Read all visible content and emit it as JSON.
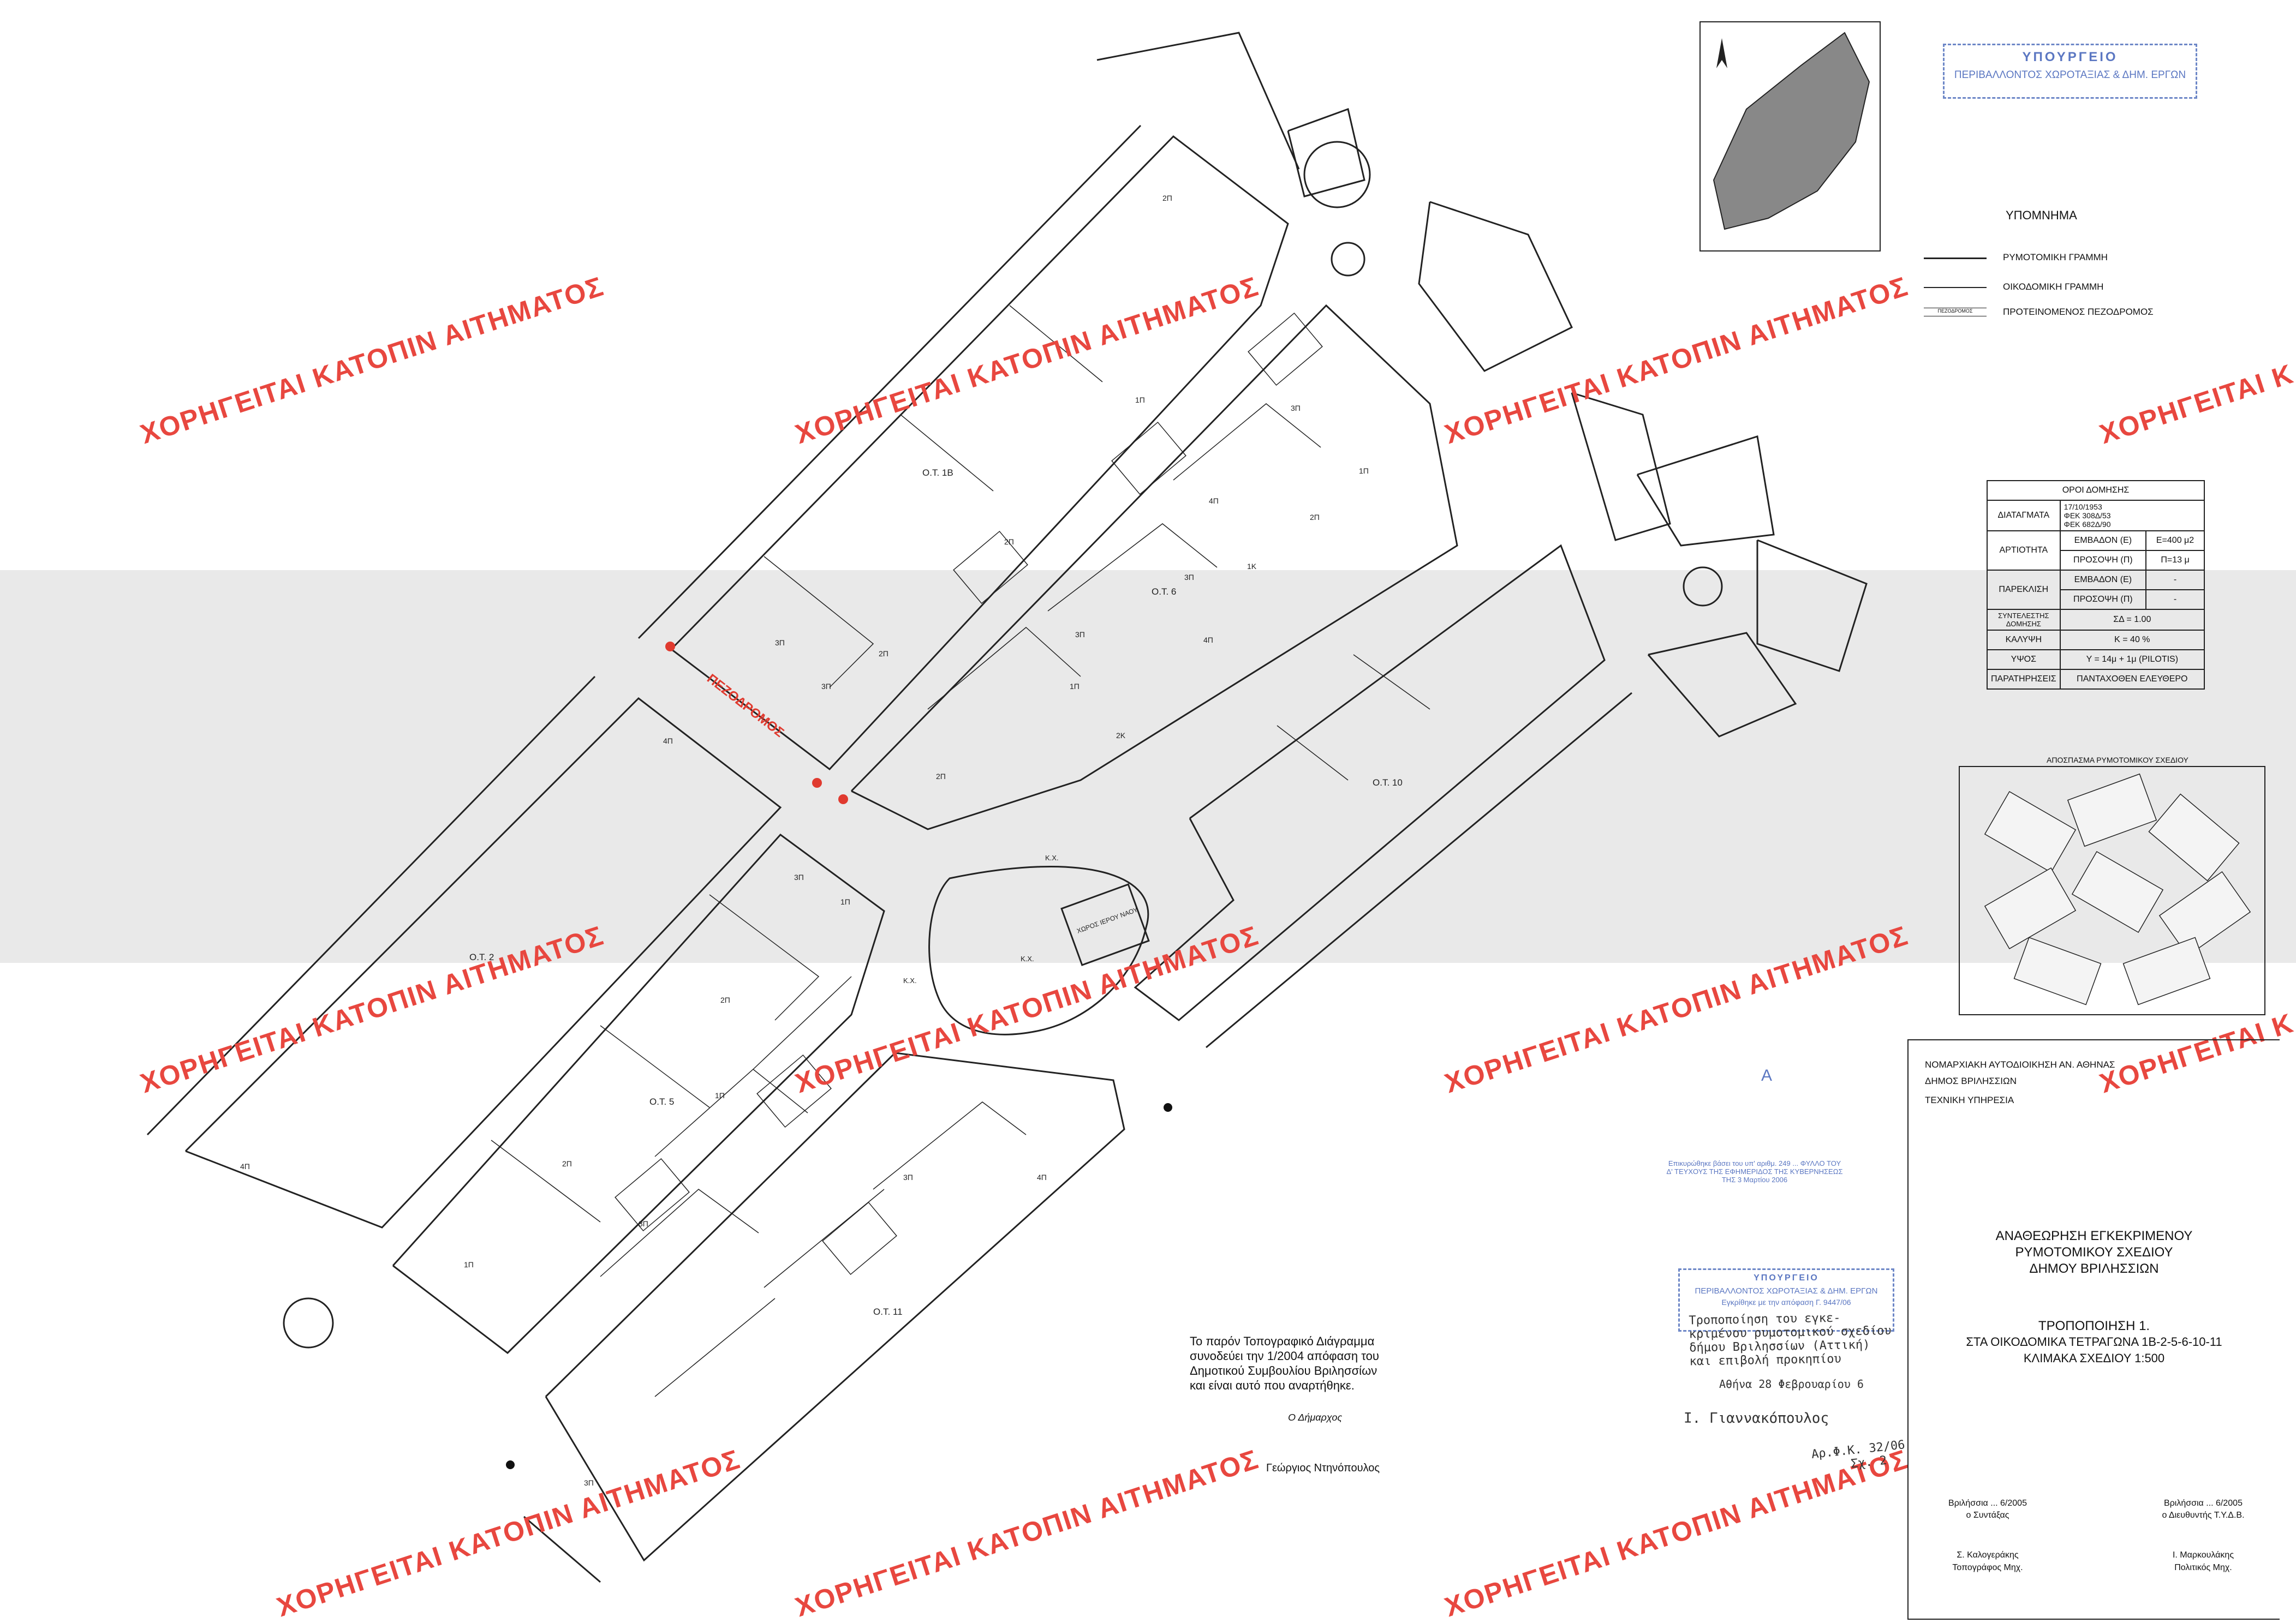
{
  "watermark": {
    "text": "ΧΟΡΗΓΕΙΤΑΙ ΚΑΤΟΠΙΝ ΑΙΤΗΜΑΤΟΣ",
    "color": "#e8473f"
  },
  "stamp_top": {
    "line1": "ΥΠΟΥΡΓΕΙΟ",
    "line2": "ΠΕΡΙΒΑΛΛΟΝΤΟΣ ΧΩΡΟΤΑΞΙΑΣ & ΔΗΜ. ΕΡΓΩΝ"
  },
  "legend": {
    "title": "ΥΠΟΜΝΗΜΑ",
    "items": [
      {
        "label": "ΡΥΜΟΤΟΜΙΚΗ ΓΡΑΜΜΗ"
      },
      {
        "label": "ΟΙΚΟΔΟΜΙΚΗ ΓΡΑΜΜΗ"
      },
      {
        "label": "ΠΡΟΤΕΙΝΟΜΕΝΟΣ ΠΕΖΟΔΡΟΜΟΣ",
        "marker": "ΠΕΖΟΔΡΟΜΟΣ"
      }
    ]
  },
  "terms_table": {
    "title": "ΟΡΟΙ ΔΟΜΗΣΗΣ",
    "diatagmata_label": "ΔΙΑΤΑΓΜΑΤΑ",
    "diatagmata_value": "17/10/1953\nΦΕΚ 308Δ/53\nΦΕΚ 682Δ/90",
    "artiotita_label": "ΑΡΤΙΟΤΗΤΑ",
    "embadon_label": "ΕΜΒΑΔΟΝ (Ε)",
    "embadon_value": "Ε=400 μ2",
    "prosopsi_label": "ΠΡΟΣΟΨΗ (Π)",
    "prosopsi_value": "Π=13 μ",
    "parekklisi_label": "ΠΑΡΕΚΛΙΣΗ",
    "parekklisi_embadon_value": "-",
    "parekklisi_prosopsi_value": "-",
    "syntelestis_label": "ΣΥΝΤΕΛΕΣΤΗΣ ΔΟΜΗΣΗΣ",
    "syntelestis_value": "ΣΔ = 1.00",
    "kalypsi_label": "ΚΑΛΥΨΗ",
    "kalypsi_value": "Κ = 40 %",
    "ypsos_label": "ΥΨΟΣ",
    "ypsos_value": "Υ = 14μ + 1μ (PILOTIS)",
    "paratiriseis_label": "ΠΑΡΑΤΗΡΗΣΕΙΣ",
    "paratiriseis_value": "ΠΑΝΤΑΧΟΘΕΝ ΕΛΕΥΘΕΡΟ"
  },
  "inset_title": "ΑΠΟΣΠΑΣΜΑ ΡΥΜΟΤΟΜΙΚΟΥ ΣΧΕΔΙΟΥ",
  "title_block": {
    "org1": "ΝΟΜΑΡΧΙΑΚΗ ΑΥΤΟΔΙΟΙΚΗΣΗ ΑΝ. ΑΘΗΝΑΣ",
    "org2": "ΔΗΜΟΣ ΒΡΙΛΗΣΣΙΩΝ",
    "org3": "ΤΕΧΝΙΚΗ ΥΠΗΡΕΣΙΑ",
    "title1": "ΑΝΑΘΕΩΡΗΣΗ ΕΓΚΕΚΡΙΜΕΝΟΥ",
    "title2": "ΡΥΜΟΤΟΜΙΚΟΥ ΣΧΕΔΙΟΥ",
    "title3": "ΔΗΜΟΥ ΒΡΙΛΗΣΣΙΩΝ",
    "sub1": "ΤΡΟΠΟΠΟΙΗΣΗ 1.",
    "sub2": "ΣΤΑ ΟΙΚΟΔΟΜΙΚΑ ΤΕΤΡΑΓΩΝΑ 1Β-2-5-6-10-11",
    "sub3": "ΚΛΙΜΑΚΑ ΣΧΕΔΙΟΥ 1:500",
    "sign_left_date": "Βριλήσσια ... 6/2005",
    "sign_left_role": "ο Συντάξας",
    "sign_left_name": "Σ. Καλογεράκης",
    "sign_left_title": "Τοπογράφος Μηχ.",
    "sign_right_date": "Βριλήσσια ... 6/2005",
    "sign_right_role": "ο Διευθυντής Τ.Υ.Δ.Β.",
    "sign_right_name": "Ι. Μαρκουλάκης",
    "sign_right_title": "Πολιτικός Μηχ."
  },
  "letter_a": "Α",
  "note_blue_small": {
    "line1": "Επικυρώθηκε βάσει του υπ' αριθμ. 249 ... ΦΥΛΛΟ ΤΟΥ",
    "line2": "Δ' ΤΕΥΧΟΥΣ ΤΗΣ ΕΦΗΜΕΡΙΔΟΣ ΤΗΣ ΚΥΒΕΡΝΗΣΕΩΣ",
    "line3": "ΤΗΣ 3 Μαρτίου 2006"
  },
  "stamp_bottom": {
    "line1": "ΥΠΟΥΡΓΕΙΟ",
    "line2": "ΠΕΡΙΒΑΛΛΟΝΤΟΣ ΧΩΡΟΤΑΞΙΑΣ & ΔΗΜ. ΕΡΓΩΝ",
    "line3": "Εγκρίθηκε με την απόφαση Γ. 9447/06",
    "hand1": "Τροποποίηση του εγκε-",
    "hand2": "κριμένου ρυμοτομικού σχεδίου",
    "hand3": "δήμου Βριλησσίων (Αττική)",
    "hand4": "και επιβολή προκηπίου",
    "date": "Αθήνα 28 Φεβρουαρίου 6",
    "sign": "Ι. Γιαννακόπουλος"
  },
  "hand_ref": {
    "line1": "Αρ.Φ.Κ. 32/06",
    "line2": "Σχ. 2"
  },
  "topo_note": {
    "line1": "Το παρόν Τοπογραφικό Διάγραμμα",
    "line2": "συνοδεύει την 1/2004 απόφαση του",
    "line3": "Δημοτικού Συμβουλίου Βριλησσίων",
    "line4": "και είναι αυτό που αναρτήθηκε.",
    "sign1": "Ο Δήμαρχος",
    "sign2": "Γεώργιος Ντηνόπουλος"
  },
  "map_labels": {
    "pezodromos": "ΠΕΖΟΔΡΟΜΟΣ",
    "ot18": "Ο.Τ. 1Β",
    "ot6": "Ο.Τ. 6",
    "ot10": "Ο.Τ. 10",
    "ot2": "Ο.Τ. 2",
    "ot5": "Ο.Τ. 5",
    "ot11": "Ο.Τ. 11",
    "church": "ΧΩΡΟΣ ΙΕΡΟΥ ΝΑΟΥ",
    "kx1": "Κ.Χ.",
    "kx2": "Κ.Χ.",
    "kx3": "Κ.Χ."
  },
  "floors": [
    "2Π",
    "1Π",
    "3Π",
    "4Π",
    "2Π",
    "3Π",
    "1Π",
    "1Κ",
    "2Π",
    "3Π",
    "4Π",
    "2Κ",
    "3Π",
    "1Π",
    "2Π",
    "3Π",
    "4Π",
    "2Π",
    "1Π",
    "3Π",
    "2Π",
    "1Π",
    "4Π",
    "3Π",
    "2Π",
    "3Π",
    "1Π",
    "4Π",
    "3Π"
  ]
}
